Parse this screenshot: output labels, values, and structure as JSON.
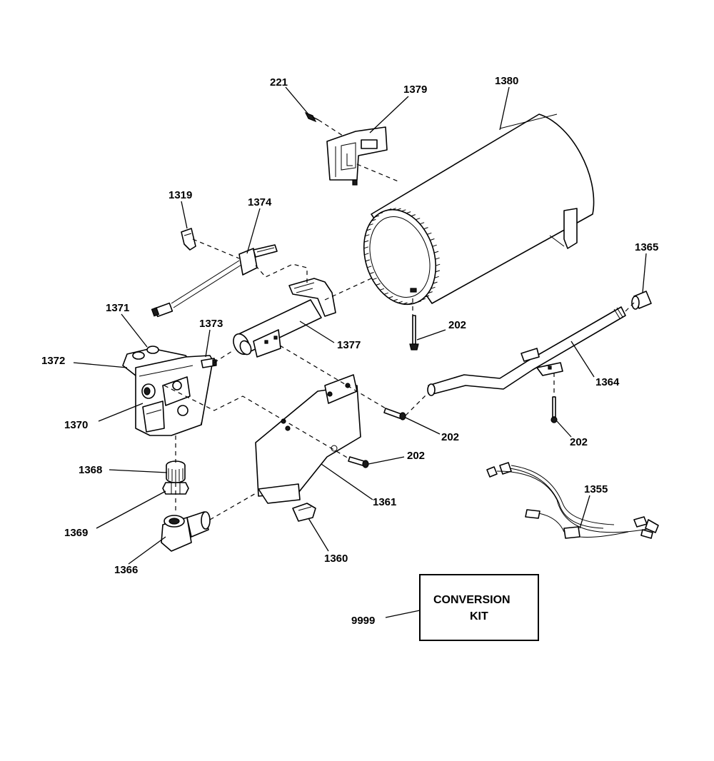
{
  "callouts": {
    "p221": "221",
    "p1379": "1379",
    "p1380": "1380",
    "p1319": "1319",
    "p1374": "1374",
    "p1365": "1365",
    "p1371": "1371",
    "p1373": "1373",
    "p1372": "1372",
    "p202_a": "202",
    "p1377": "1377",
    "p1364": "1364",
    "p1370": "1370",
    "p202_b": "202",
    "p202_c": "202",
    "p202_d": "202",
    "p1368": "1368",
    "p1355": "1355",
    "p1361": "1361",
    "p1369": "1369",
    "p1366": "1366",
    "p1360": "1360",
    "p9999": "9999"
  },
  "conversion_kit": {
    "line1": "CONVERSION",
    "line2": "KIT"
  }
}
